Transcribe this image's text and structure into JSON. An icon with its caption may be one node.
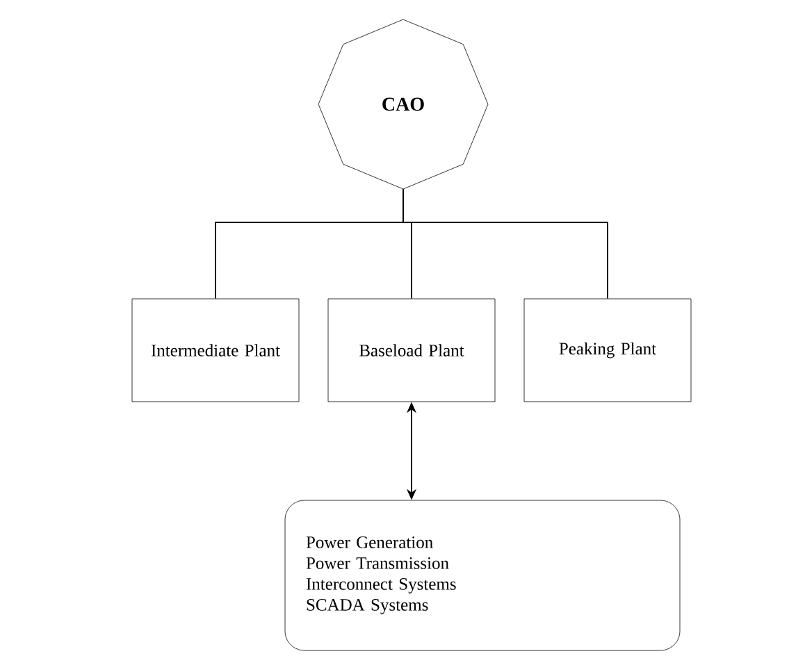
{
  "diagram": {
    "nodes": [
      {
        "text": [
          "CAO"
        ]
      },
      {
        "text": [
          "Intermediate Plant"
        ]
      },
      {
        "text": [
          "Baseload Plant"
        ]
      },
      {
        "text": [
          "Peaking Plant"
        ]
      },
      {
        "text": [
          "Power Generation",
          "Power Transmission",
          "Interconnect Systems",
          "SCADA Systems"
        ]
      }
    ],
    "edges": [
      {
        "from": 0,
        "to": 1,
        "arrow": "none"
      },
      {
        "from": 0,
        "to": 2,
        "arrow": "none"
      },
      {
        "from": 0,
        "to": 3,
        "arrow": "none"
      },
      {
        "from": 2,
        "to": 4,
        "arrow": "both"
      }
    ]
  }
}
